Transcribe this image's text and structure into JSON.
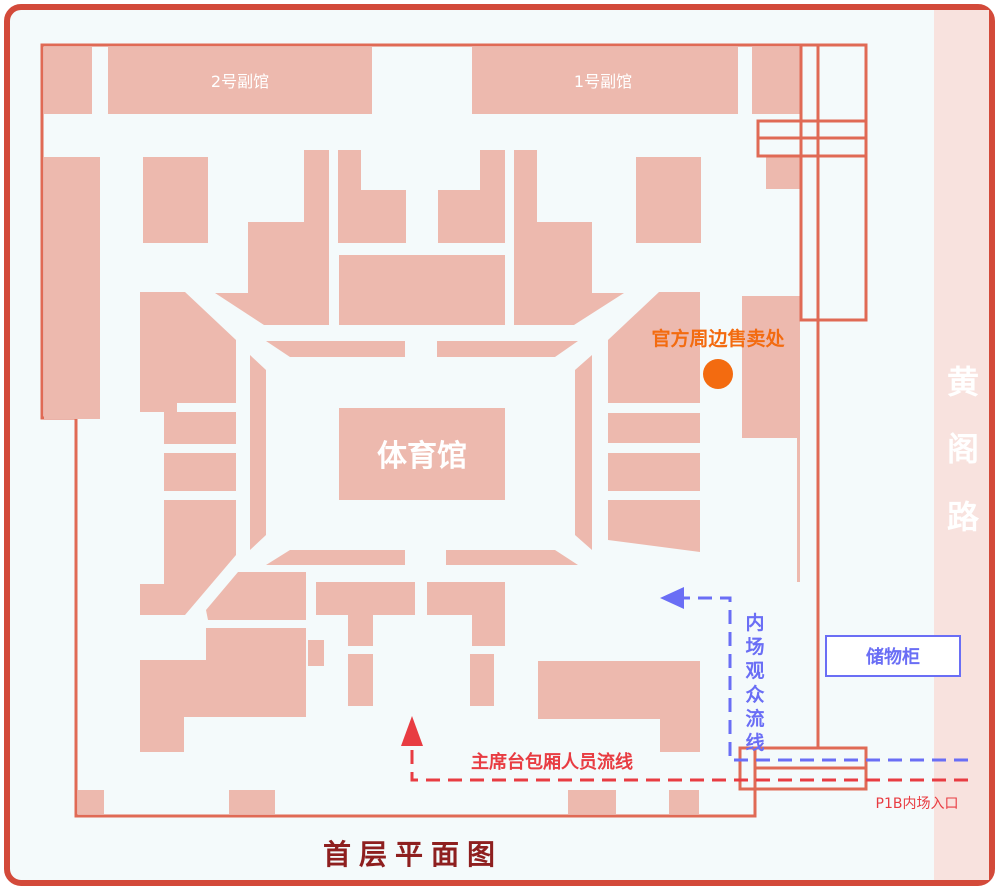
{
  "title": "首层平面图",
  "road": {
    "name_chars": [
      "黄",
      "阁",
      "路"
    ]
  },
  "buildings": {
    "annex_2": "2号副馆",
    "annex_1": "1号副馆",
    "gym": "体育馆"
  },
  "poi": {
    "merch": "官方周边售卖处",
    "locker": "储物柜"
  },
  "routes": {
    "audience_chars": [
      "内",
      "场",
      "观",
      "众",
      "流",
      "线"
    ],
    "vip": "主席台包厢人员流线"
  },
  "entrance": {
    "label": "P1B内场入口"
  },
  "colors": {
    "frame": "#d34a3a",
    "block": "#edb9ae",
    "background": "#f4fafb",
    "road": "#f8e2de",
    "orange": "#f36b10",
    "blue_route": "#6a6ef5",
    "red_route": "#e83c42",
    "title": "#8e1f1f"
  }
}
